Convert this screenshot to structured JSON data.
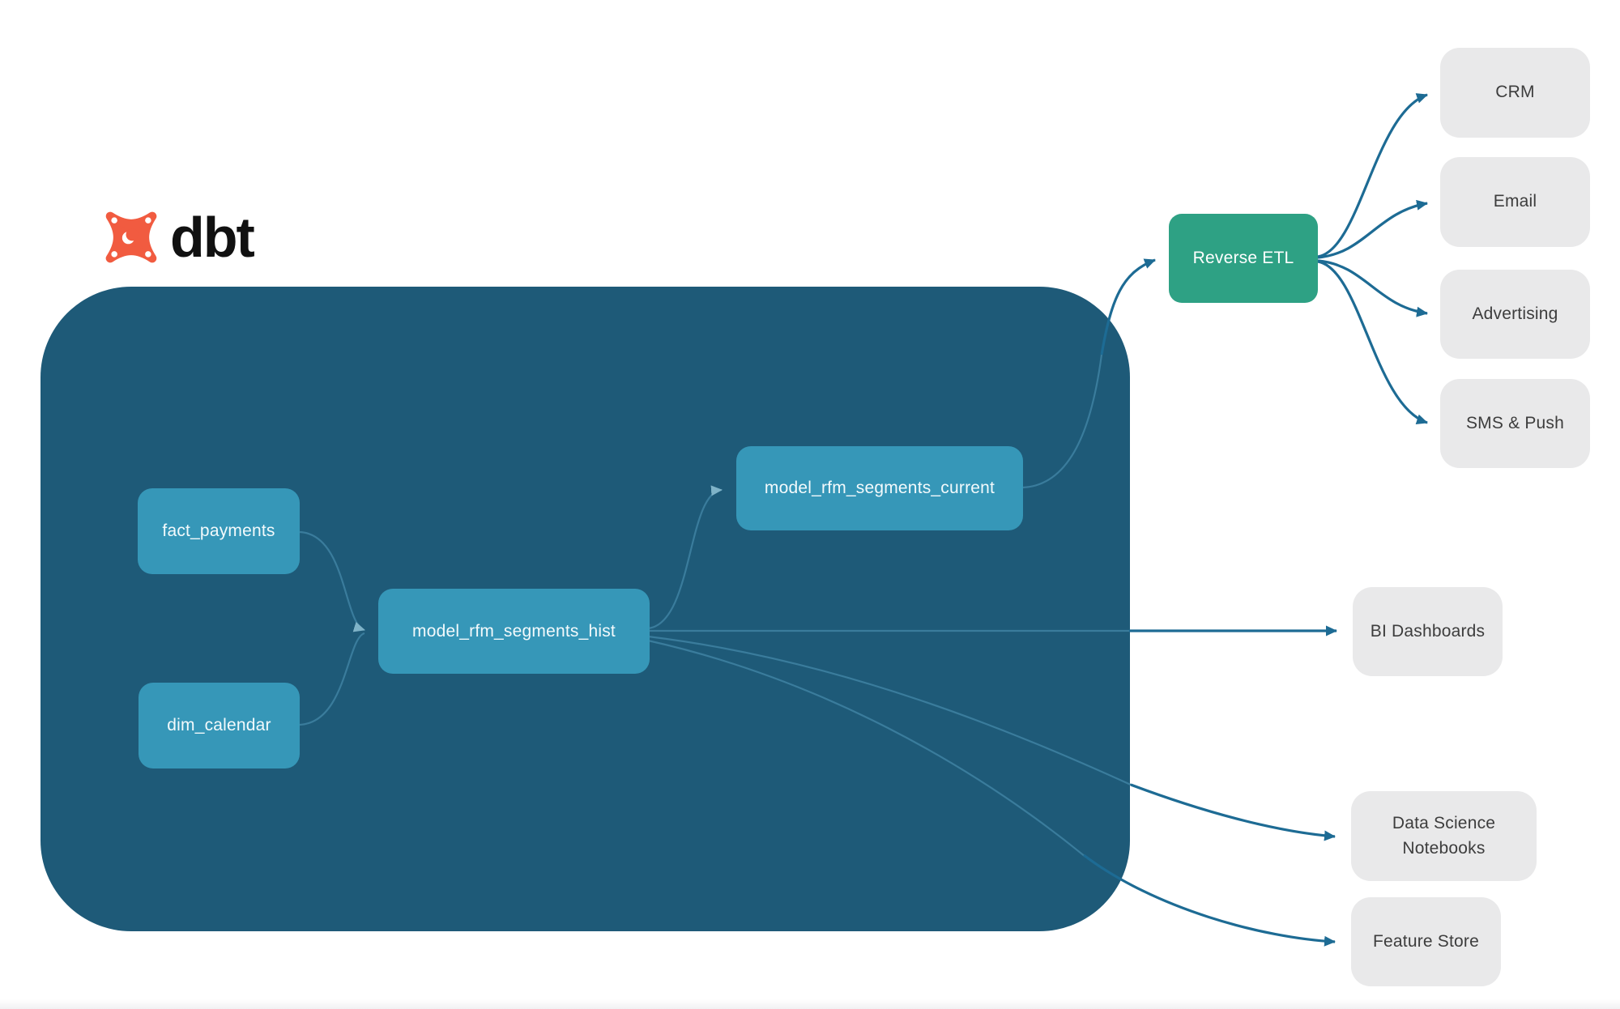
{
  "logo": {
    "brand": "dbt"
  },
  "warehouse": {
    "nodes": {
      "fact_payments": {
        "label": "fact_payments"
      },
      "dim_calendar": {
        "label": "dim_calendar"
      },
      "hist": {
        "label": "model_rfm_segments_hist"
      },
      "current": {
        "label": "model_rfm_segments_current"
      }
    }
  },
  "reverse_etl": {
    "label": "Reverse ETL"
  },
  "destinations": {
    "crm": {
      "label": "CRM"
    },
    "email": {
      "label": "Email"
    },
    "advertising": {
      "label": "Advertising"
    },
    "sms_push": {
      "label": "SMS & Push"
    },
    "bi_dashboards": {
      "label": "BI Dashboards"
    },
    "data_science": {
      "label": "Data Science Notebooks"
    },
    "feature_store": {
      "label": "Feature Store"
    }
  },
  "colors": {
    "warehouse_container": "#1e5a78",
    "model_node": "#3697b8",
    "reverse_etl": "#2ea184",
    "destination_box": "#e9e9ea",
    "edge_dark": "#1d6b94",
    "edge_light": "#3a7c9c",
    "brand_orange": "#f15b40",
    "wordmark": "#111111"
  }
}
